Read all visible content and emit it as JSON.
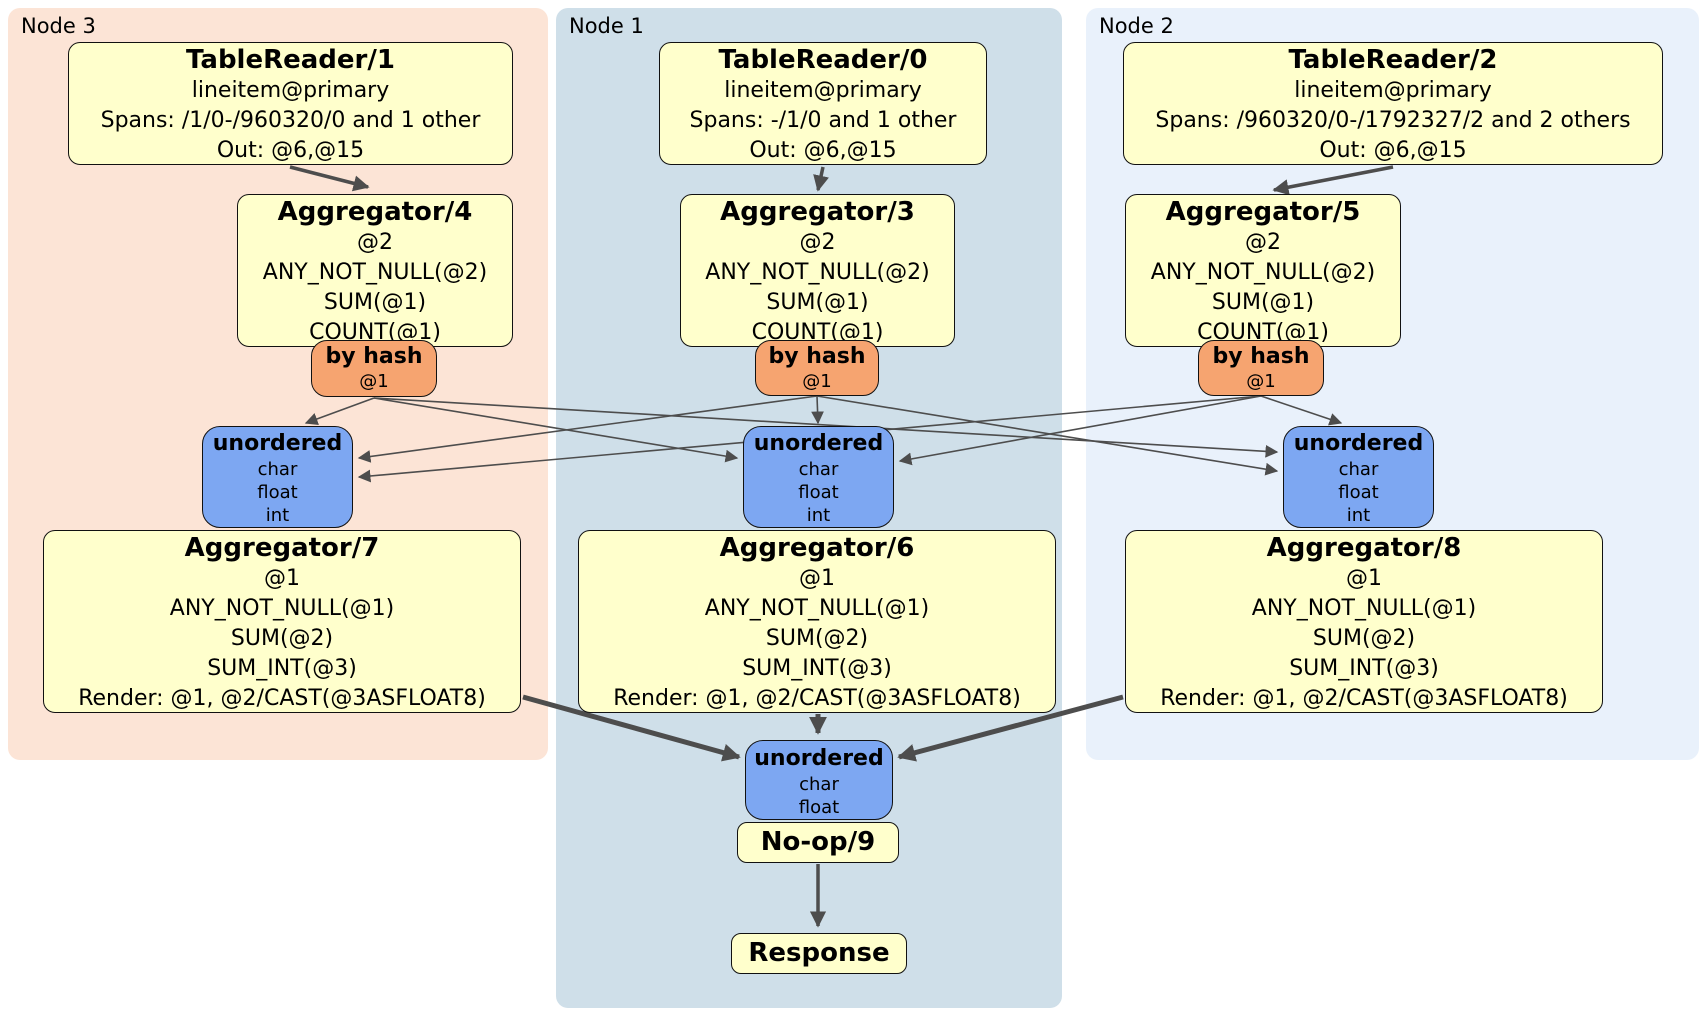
{
  "colors": {
    "panel-node3": "#fce4d6",
    "panel-node1": "#cfdfe9",
    "panel-node2": "#e9f1fb",
    "box-fill": "#ffffcc",
    "router-fill": "#f6a470",
    "sync-fill": "#7da7f2",
    "box-border": "#111111",
    "edge-color": "#4d4d4d"
  },
  "panels": [
    {
      "label": "Node 3"
    },
    {
      "label": "Node 1"
    },
    {
      "label": "Node 2"
    }
  ],
  "boxes": {
    "tableReader1": {
      "title": "TableReader/1",
      "lines": [
        "lineitem@primary",
        "Spans: /1/0-/960320/0 and 1 other",
        "Out: @6,@15"
      ]
    },
    "aggregator4": {
      "title": "Aggregator/4",
      "lines": [
        "@2",
        "ANY_NOT_NULL(@2)",
        "SUM(@1)",
        "COUNT(@1)"
      ]
    },
    "aggregator7": {
      "title": "Aggregator/7",
      "lines": [
        "@1",
        "ANY_NOT_NULL(@1)",
        "SUM(@2)",
        "SUM_INT(@3)",
        "Render: @1, @2/CAST(@3ASFLOAT8)"
      ]
    },
    "tableReader0": {
      "title": "TableReader/0",
      "lines": [
        "lineitem@primary",
        "Spans: -/1/0 and 1 other",
        "Out: @6,@15"
      ]
    },
    "aggregator3": {
      "title": "Aggregator/3",
      "lines": [
        "@2",
        "ANY_NOT_NULL(@2)",
        "SUM(@1)",
        "COUNT(@1)"
      ]
    },
    "aggregator6": {
      "title": "Aggregator/6",
      "lines": [
        "@1",
        "ANY_NOT_NULL(@1)",
        "SUM(@2)",
        "SUM_INT(@3)",
        "Render: @1, @2/CAST(@3ASFLOAT8)"
      ]
    },
    "tableReader2": {
      "title": "TableReader/2",
      "lines": [
        "lineitem@primary",
        "Spans: /960320/0-/1792327/2 and 2 others",
        "Out: @6,@15"
      ]
    },
    "aggregator5": {
      "title": "Aggregator/5",
      "lines": [
        "@2",
        "ANY_NOT_NULL(@2)",
        "SUM(@1)",
        "COUNT(@1)"
      ]
    },
    "aggregator8": {
      "title": "Aggregator/8",
      "lines": [
        "@1",
        "ANY_NOT_NULL(@1)",
        "SUM(@2)",
        "SUM_INT(@3)",
        "Render: @1, @2/CAST(@3ASFLOAT8)"
      ]
    },
    "noop": {
      "title": "No-op/9"
    },
    "response": {
      "title": "Response"
    }
  },
  "routers": {
    "hash4": {
      "title": "by hash",
      "sub": "@1"
    },
    "hash3": {
      "title": "by hash",
      "sub": "@1"
    },
    "hash5": {
      "title": "by hash",
      "sub": "@1"
    }
  },
  "syncs": {
    "unordered7": {
      "title": "unordered",
      "streams": [
        "char",
        "float",
        "int"
      ]
    },
    "unordered6": {
      "title": "unordered",
      "streams": [
        "char",
        "float",
        "int"
      ]
    },
    "unordered8": {
      "title": "unordered",
      "streams": [
        "char",
        "float",
        "int"
      ]
    },
    "unorderedFinal": {
      "title": "unordered",
      "streams": [
        "char",
        "float"
      ]
    }
  },
  "edges": [
    {
      "from": "TableReader/1",
      "to": "Aggregator/4"
    },
    {
      "from": "TableReader/0",
      "to": "Aggregator/3"
    },
    {
      "from": "TableReader/2",
      "to": "Aggregator/5"
    },
    {
      "from": "by hash @1 (Aggregator/4)",
      "to": "unordered (Node 3)"
    },
    {
      "from": "by hash @1 (Aggregator/4)",
      "to": "unordered (Node 1)"
    },
    {
      "from": "by hash @1 (Aggregator/4)",
      "to": "unordered (Node 2)"
    },
    {
      "from": "by hash @1 (Aggregator/3)",
      "to": "unordered (Node 3)"
    },
    {
      "from": "by hash @1 (Aggregator/3)",
      "to": "unordered (Node 1)"
    },
    {
      "from": "by hash @1 (Aggregator/3)",
      "to": "unordered (Node 2)"
    },
    {
      "from": "by hash @1 (Aggregator/5)",
      "to": "unordered (Node 3)"
    },
    {
      "from": "by hash @1 (Aggregator/5)",
      "to": "unordered (Node 1)"
    },
    {
      "from": "by hash @1 (Aggregator/5)",
      "to": "unordered (Node 2)"
    },
    {
      "from": "Aggregator/7",
      "to": "unordered (final)"
    },
    {
      "from": "Aggregator/6",
      "to": "unordered (final)"
    },
    {
      "from": "Aggregator/8",
      "to": "unordered (final)"
    },
    {
      "from": "No-op/9",
      "to": "Response"
    }
  ]
}
